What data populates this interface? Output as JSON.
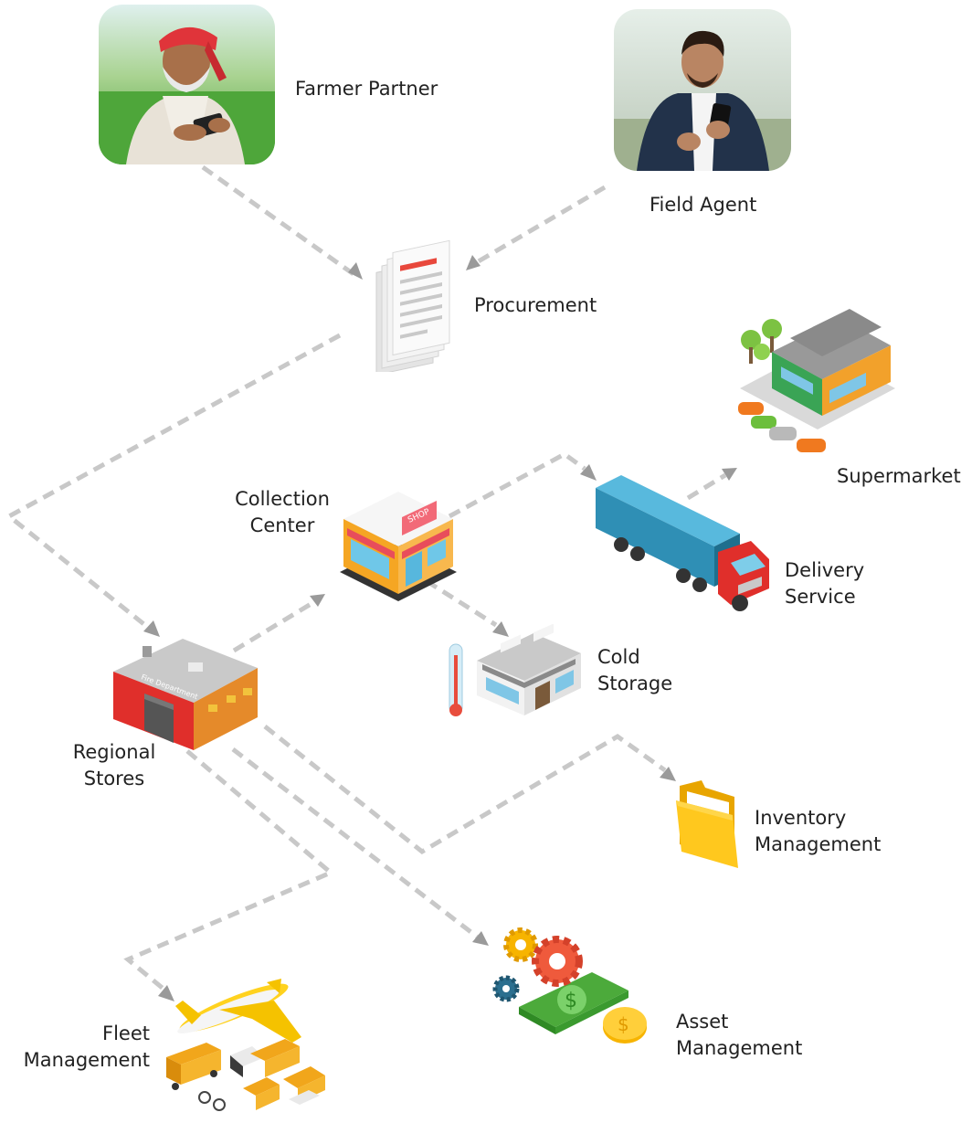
{
  "nodes": {
    "farmer_partner": {
      "label": "Farmer Partner",
      "image": "farmer-photo"
    },
    "field_agent": {
      "label": "Field Agent",
      "image": "field-agent-photo"
    },
    "procurement": {
      "label": "Procurement",
      "icon": "document-stack-icon"
    },
    "supermarket": {
      "label": "Supermarket",
      "icon": "supermarket-building-icon"
    },
    "collection_center": {
      "label_lines": [
        "Collection",
        "Center"
      ],
      "icon": "shop-icon"
    },
    "delivery_service": {
      "label_lines": [
        "Delivery",
        "Service"
      ],
      "icon": "truck-icon"
    },
    "cold_storage": {
      "label_lines": [
        "Cold",
        "Storage"
      ],
      "icon": "cold-storage-icon"
    },
    "regional_stores": {
      "label_lines": [
        "Regional",
        "Stores"
      ],
      "icon": "warehouse-icon"
    },
    "inventory_management": {
      "label_lines": [
        "Inventory",
        "Management"
      ],
      "icon": "folder-icon"
    },
    "fleet_management": {
      "label_lines": [
        "Fleet",
        "Management"
      ],
      "icon": "fleet-vehicles-icon"
    },
    "asset_management": {
      "label_lines": [
        "Asset",
        "Management"
      ],
      "icon": "gears-money-icon"
    }
  },
  "edges": [
    {
      "from": "farmer_partner",
      "to": "procurement"
    },
    {
      "from": "field_agent",
      "to": "procurement"
    },
    {
      "from": "procurement",
      "to": "regional_stores"
    },
    {
      "from": "regional_stores",
      "to": "collection_center"
    },
    {
      "from": "collection_center",
      "to": "delivery_service"
    },
    {
      "from": "collection_center",
      "to": "cold_storage"
    },
    {
      "from": "delivery_service",
      "to": "supermarket"
    },
    {
      "from": "regional_stores",
      "to": "inventory_management"
    },
    {
      "from": "regional_stores",
      "to": "fleet_management"
    },
    {
      "from": "regional_stores",
      "to": "asset_management"
    }
  ],
  "colors": {
    "connector": "#c8c8c8",
    "arrowhead": "#9a9a9a",
    "text": "#222222"
  }
}
